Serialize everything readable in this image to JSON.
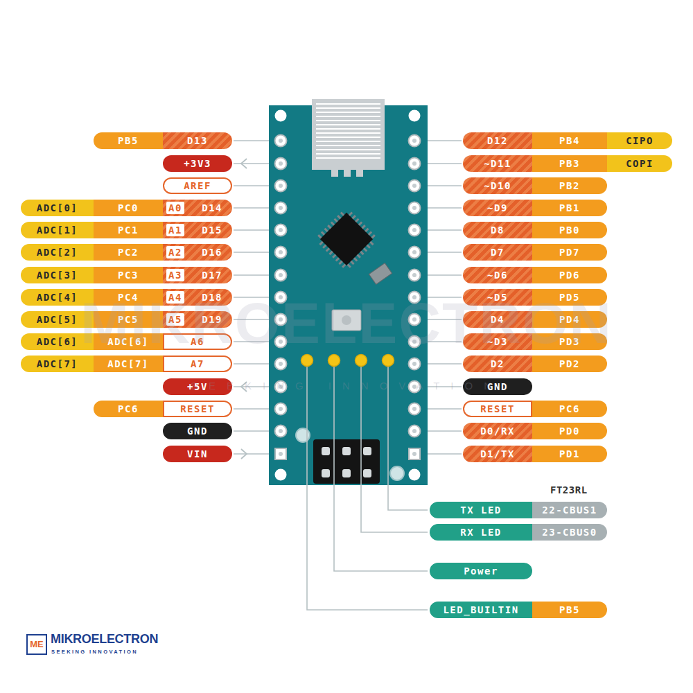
{
  "diagram": {
    "nodes": [
      {
        "text": [
          "PB5"
        ]
      },
      {
        "text": [
          "D13"
        ]
      },
      {
        "text": [
          "D12"
        ]
      },
      {
        "text": [
          "PB4"
        ]
      },
      {
        "text": [
          "CIPO"
        ]
      },
      {
        "text": [
          "+3V3"
        ]
      },
      {
        "text": [
          "~D11"
        ]
      },
      {
        "text": [
          "PB3"
        ]
      },
      {
        "text": [
          "COPI"
        ]
      },
      {
        "text": [
          "AREF"
        ]
      },
      {
        "text": [
          "~D10"
        ]
      },
      {
        "text": [
          "PB2"
        ]
      },
      {
        "text": [
          "ADC[0]"
        ]
      },
      {
        "text": [
          "PC0"
        ]
      },
      {
        "text": [
          "A0",
          "D14"
        ]
      },
      {
        "text": [
          "~D9"
        ]
      },
      {
        "text": [
          "PB1"
        ]
      },
      {
        "text": [
          "ADC[1]"
        ]
      },
      {
        "text": [
          "PC1"
        ]
      },
      {
        "text": [
          "A1",
          "D15"
        ]
      },
      {
        "text": [
          "D8"
        ]
      },
      {
        "text": [
          "PB0"
        ]
      },
      {
        "text": [
          "ADC[2]"
        ]
      },
      {
        "text": [
          "PC2"
        ]
      },
      {
        "text": [
          "A2",
          "D16"
        ]
      },
      {
        "text": [
          "D7"
        ]
      },
      {
        "text": [
          "PD7"
        ]
      },
      {
        "text": [
          "ADC[3]"
        ]
      },
      {
        "text": [
          "PC3"
        ]
      },
      {
        "text": [
          "A3",
          "D17"
        ]
      },
      {
        "text": [
          "~D6"
        ]
      },
      {
        "text": [
          "PD6"
        ]
      },
      {
        "text": [
          "ADC[4]"
        ]
      },
      {
        "text": [
          "PC4"
        ]
      },
      {
        "text": [
          "A4",
          "D18"
        ]
      },
      {
        "text": [
          "~D5"
        ]
      },
      {
        "text": [
          "PD5"
        ]
      },
      {
        "text": [
          "ADC[5]"
        ]
      },
      {
        "text": [
          "PC5"
        ]
      },
      {
        "text": [
          "A5",
          "D19"
        ]
      },
      {
        "text": [
          "D4"
        ]
      },
      {
        "text": [
          "PD4"
        ]
      },
      {
        "text": [
          "ADC[6]"
        ]
      },
      {
        "text": [
          "ADC[6]"
        ]
      },
      {
        "text": [
          "A6"
        ]
      },
      {
        "text": [
          "~D3"
        ]
      },
      {
        "text": [
          "PD3"
        ]
      },
      {
        "text": [
          "ADC[7]"
        ]
      },
      {
        "text": [
          "ADC[7]"
        ]
      },
      {
        "text": [
          "A7"
        ]
      },
      {
        "text": [
          "D2"
        ]
      },
      {
        "text": [
          "PD2"
        ]
      },
      {
        "text": [
          "+5V"
        ]
      },
      {
        "text": [
          "GND"
        ]
      },
      {
        "text": [
          "PC6"
        ]
      },
      {
        "text": [
          "RESET"
        ]
      },
      {
        "text": [
          "RESET"
        ]
      },
      {
        "text": [
          "PC6"
        ]
      },
      {
        "text": [
          "GND"
        ]
      },
      {
        "text": [
          "D0/RX"
        ]
      },
      {
        "text": [
          "PD0"
        ]
      },
      {
        "text": [
          "VIN"
        ]
      },
      {
        "text": [
          "D1/TX"
        ]
      },
      {
        "text": [
          "PD1"
        ]
      },
      {
        "text": [
          "TX LED"
        ]
      },
      {
        "text": [
          "22-CBUS1"
        ]
      },
      {
        "text": [
          "RX LED"
        ]
      },
      {
        "text": [
          "23-CBUS0"
        ]
      },
      {
        "text": [
          "Power"
        ]
      },
      {
        "text": [
          "LED_BUILTIN"
        ]
      },
      {
        "text": [
          "PB5"
        ]
      }
    ],
    "labels": [
      "FT23RL",
      "MIKROELECTRON",
      "SEEKING INNOVATION",
      "ME",
      "MIKROELECTRON",
      "SEEKING INNOVATION"
    ]
  }
}
